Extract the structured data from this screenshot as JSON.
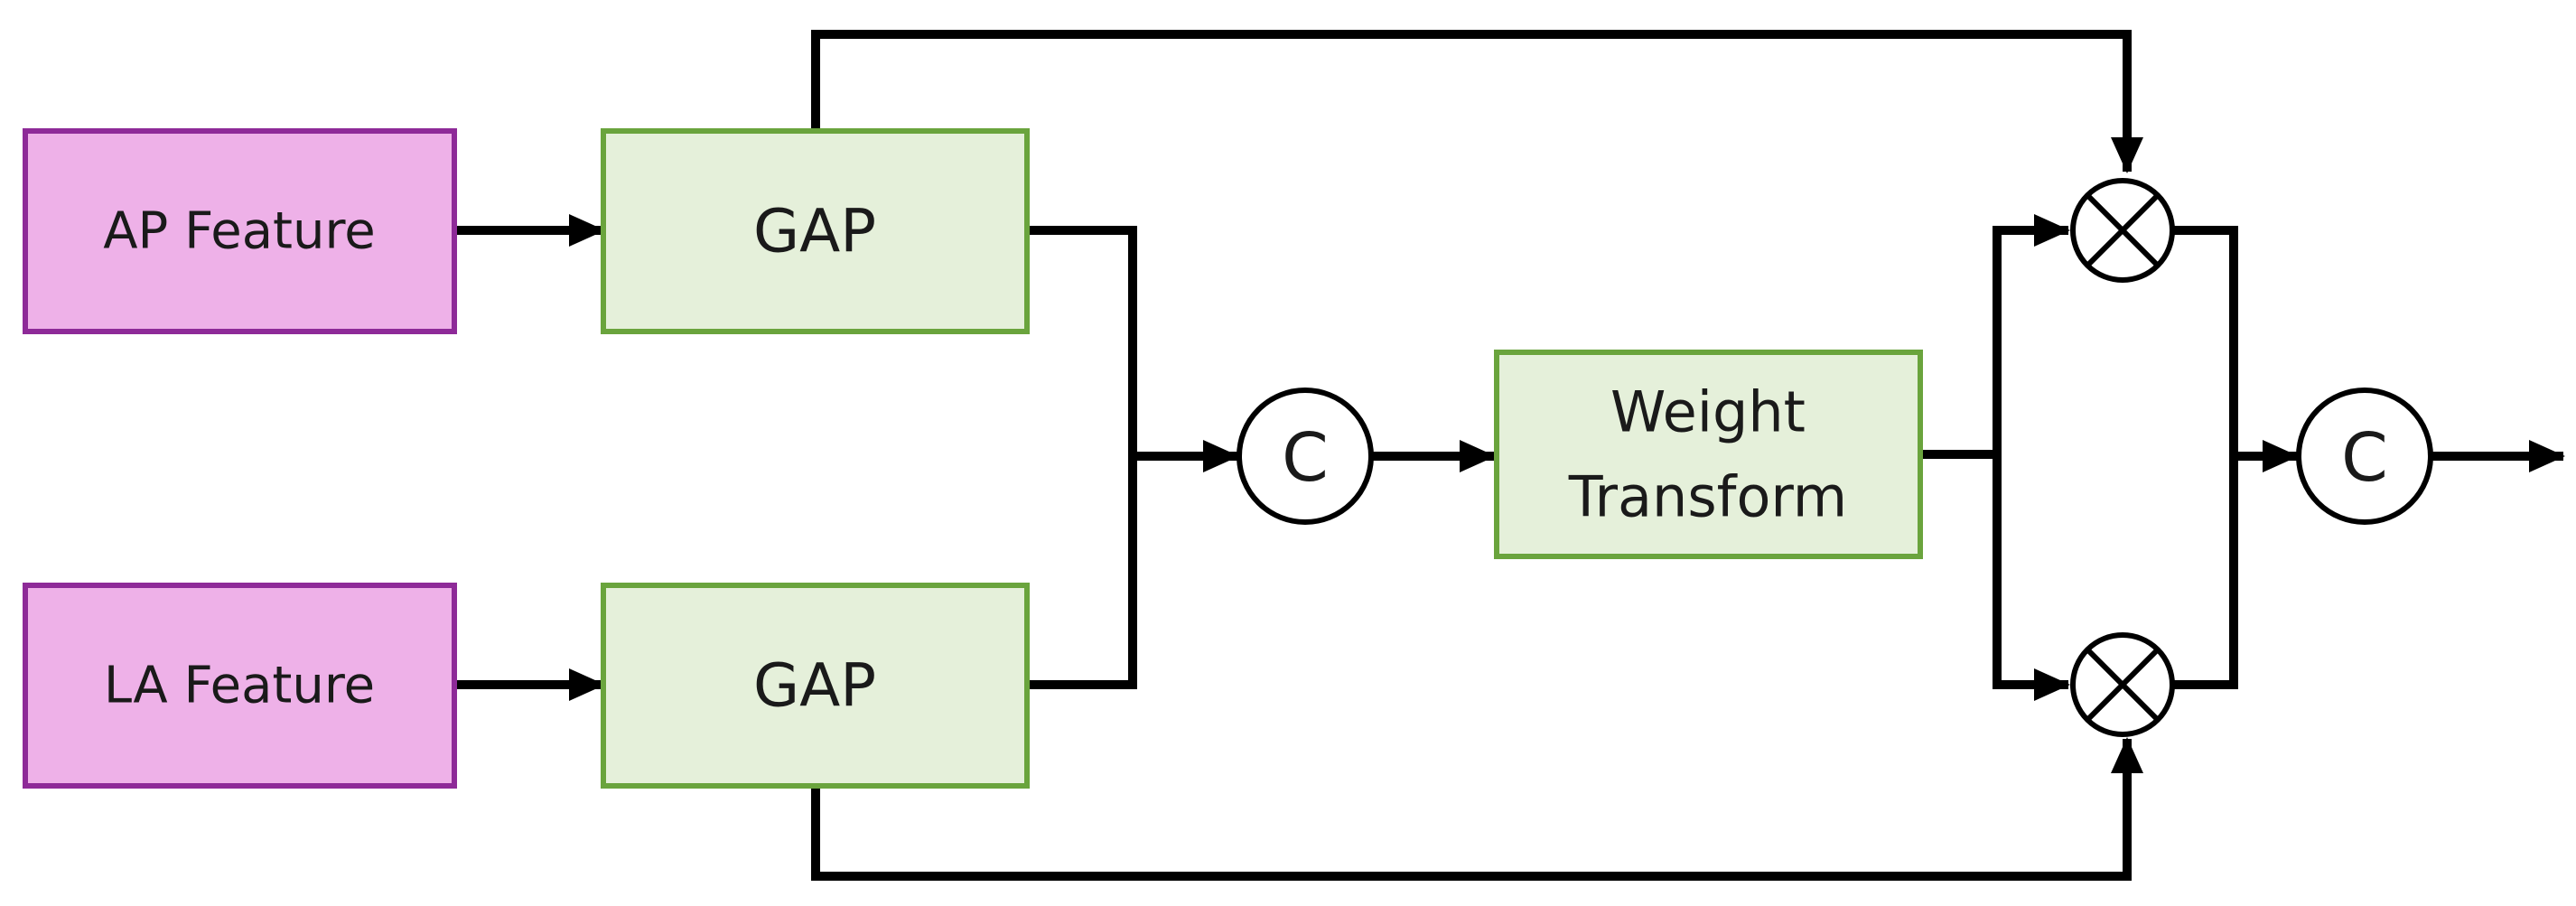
{
  "nodes": {
    "ap_feature": {
      "label": "AP Feature"
    },
    "la_feature": {
      "label": "LA Feature"
    },
    "gap_top": {
      "label": "GAP"
    },
    "gap_bottom": {
      "label": "GAP"
    },
    "concat_1": {
      "label": "C"
    },
    "weight_transform": {
      "label_line1": "Weight",
      "label_line2": "Transform"
    },
    "concat_2": {
      "label": "C"
    }
  },
  "colors": {
    "input_fill": "#EEB1E8",
    "input_stroke": "#8E2A98",
    "block_fill": "#E5F0DA",
    "block_stroke": "#6AA43D",
    "line": "#000000",
    "circle_fill": "#FFFFFF"
  }
}
